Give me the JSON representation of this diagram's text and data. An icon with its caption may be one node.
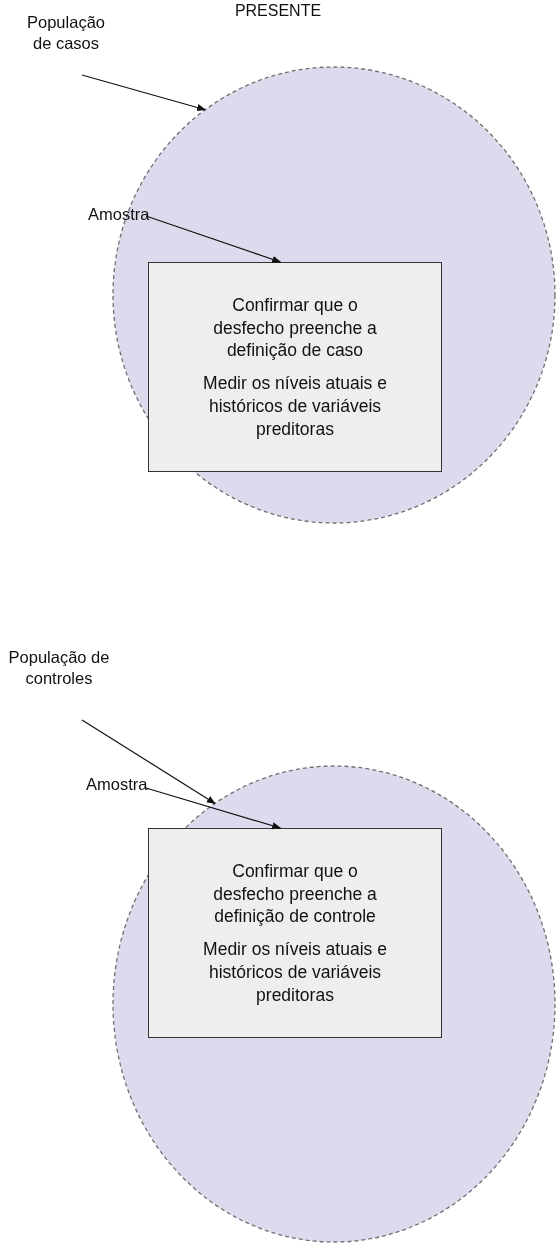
{
  "diagram": {
    "title": "PRESENTE",
    "nodes": [
      {
        "text": [
          "População de casos"
        ]
      },
      {
        "text": [],
        "shape": "circle"
      },
      {
        "text": [
          "Amostra"
        ]
      },
      {
        "text": [
          "Confirmar que o desfecho preenche a definição de caso",
          "Medir os níveis atuais e históricos de variáveis preditoras"
        ],
        "in": 1
      },
      {
        "text": [
          "População de controles"
        ]
      },
      {
        "text": [],
        "shape": "circle"
      },
      {
        "text": [
          "Amostra"
        ]
      },
      {
        "text": [
          "Confirmar que o desfecho preenche a definição de controle",
          "Medir os níveis atuais e históricos de variáveis preditoras"
        ],
        "in": 5
      }
    ],
    "edges": [
      {
        "from": 0,
        "to": 1,
        "arrow": "to"
      },
      {
        "from": 2,
        "to": 3,
        "arrow": "to"
      },
      {
        "from": 4,
        "to": 5,
        "arrow": "to"
      },
      {
        "from": 6,
        "to": 7,
        "arrow": "to"
      }
    ]
  }
}
